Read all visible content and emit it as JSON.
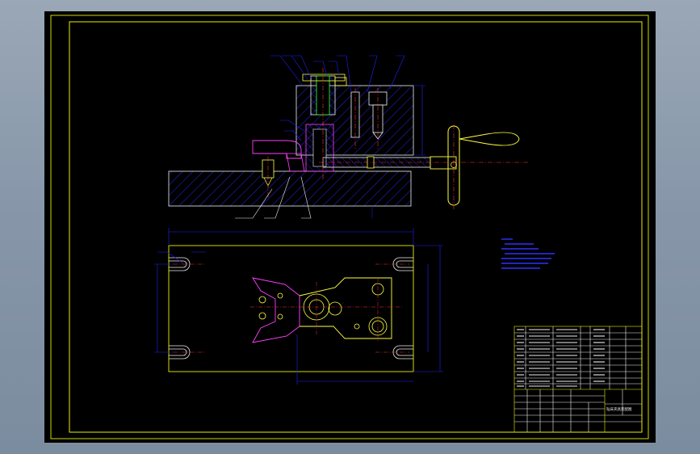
{
  "drawing": {
    "title_block": {
      "drawing_name": "钻床夹具装配图"
    }
  },
  "colors": {
    "frame": "#e8f000",
    "outline": "#f0f0f0",
    "center_line": "#ff3030",
    "dimension": "#2020ff",
    "hatch": "#2a2aff",
    "part_green": "#40ff40",
    "part_magenta": "#ff40ff",
    "part_yellow": "#ffff40",
    "background_sheet": "#000000",
    "viewport_bg": "#8d9cad"
  },
  "views": [
    "front-section-view",
    "top-view"
  ],
  "icons": [
    "handwheel-icon",
    "balloon-leader-icon",
    "center-mark-icon"
  ]
}
